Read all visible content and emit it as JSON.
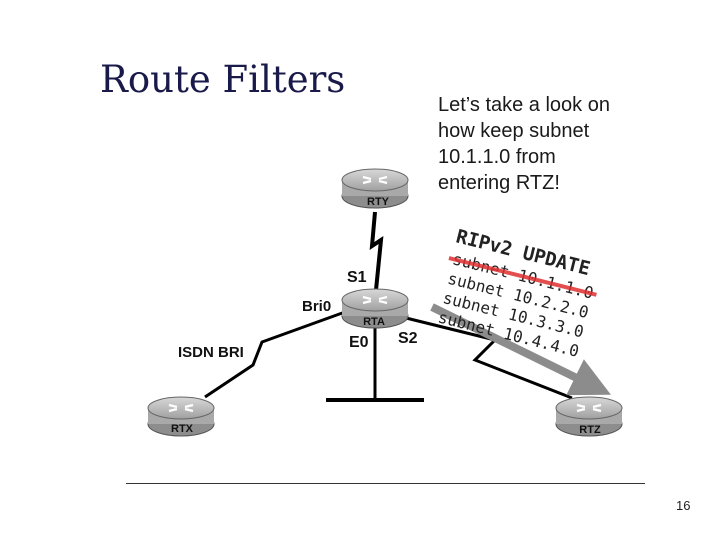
{
  "slide": {
    "title": "Route Filters",
    "caption_lines": [
      "Let’s take a look on",
      "how keep subnet",
      "10.1.1.0 from",
      "entering RTZ!"
    ],
    "page_number": "16"
  },
  "routers": {
    "rty": "RTY",
    "rta": "RTA",
    "rtx": "RTX",
    "rtz": "RTZ"
  },
  "interfaces": {
    "s1": "S1",
    "bri0": "Bri0",
    "isdn_bri": "ISDN BRI",
    "e0": "E0",
    "s2": "S2"
  },
  "update": {
    "header": "RIPv2 UPDATE",
    "lines": [
      "subnet 10.1.1.0",
      "subnet 10.2.2.0",
      "subnet 10.3.3.0",
      "subnet 10.4.4.0"
    ]
  },
  "colors": {
    "title": "#1a1a4a",
    "router_body": "#a9a9a9",
    "strike": "#e03030",
    "arrow": "#8c8c8c"
  }
}
